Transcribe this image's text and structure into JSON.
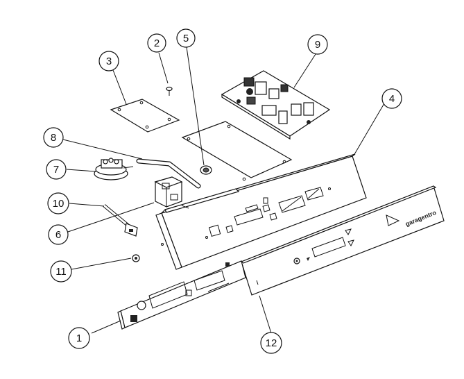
{
  "callouts": [
    {
      "id": "1",
      "label": "1"
    },
    {
      "id": "2",
      "label": "2"
    },
    {
      "id": "3",
      "label": "3"
    },
    {
      "id": "4",
      "label": "4"
    },
    {
      "id": "5",
      "label": "5"
    },
    {
      "id": "6",
      "label": "6"
    },
    {
      "id": "7",
      "label": "7"
    },
    {
      "id": "8",
      "label": "8"
    },
    {
      "id": "9",
      "label": "9"
    },
    {
      "id": "10",
      "label": "10"
    },
    {
      "id": "11",
      "label": "11"
    },
    {
      "id": "12",
      "label": "12"
    }
  ],
  "front_panel": {
    "brand_text": "garagentro"
  },
  "colors": {
    "line": "#111111",
    "background": "#ffffff"
  }
}
